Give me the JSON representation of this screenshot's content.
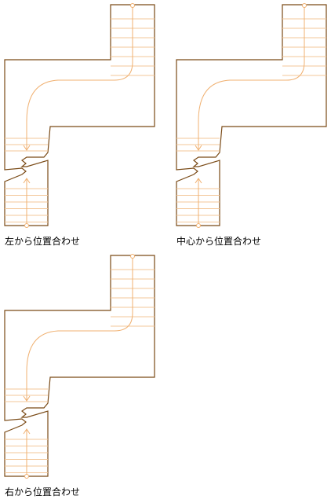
{
  "panels": [
    {
      "id": "left",
      "caption": "左から位置合わせ"
    },
    {
      "id": "center",
      "caption": "中心から位置合わせ"
    },
    {
      "id": "right",
      "caption": "右から位置合わせ"
    }
  ],
  "colors": {
    "outline": "#7a4a16",
    "tread": "#f3c79a",
    "walkline": "#f0b070",
    "background": "#ffffff"
  }
}
